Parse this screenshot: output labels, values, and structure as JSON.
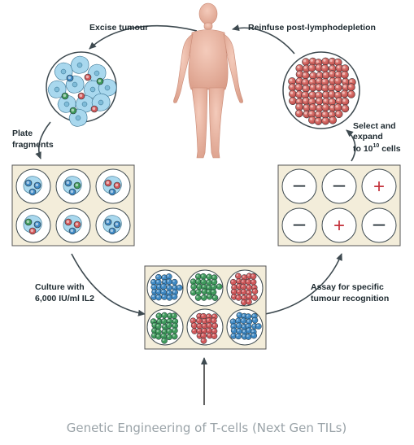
{
  "labels": {
    "excise": "Excise tumour",
    "reinfuse": "Reinfuse post-lymphodepletion",
    "plate_1": "Plate",
    "plate_2": "fragments",
    "select_1": "Select and",
    "select_2": "expand",
    "select_3a": "to 10",
    "select_3_sup": "10",
    "select_3b": " cells",
    "culture_1": "Culture with",
    "culture_2": "6,000 IU/ml IL2",
    "assay_1": "Assay for specific",
    "assay_2": "tumour recognition"
  },
  "caption": "Genetic Engineering of T-cells (Next Gen TILs)",
  "assay_results": [
    "–",
    "–",
    "+",
    "–",
    "+",
    "–"
  ],
  "colors": {
    "body": "#e9b3a2",
    "tumour_cell": "#a9d8ee",
    "tcell_red": "#d1585a",
    "tcell_blue": "#3f89c4",
    "tcell_green": "#3f9a5c",
    "plate_bg": "#f3edda",
    "arrow": "#3e4a50",
    "plus_sign": "#c4323c"
  }
}
